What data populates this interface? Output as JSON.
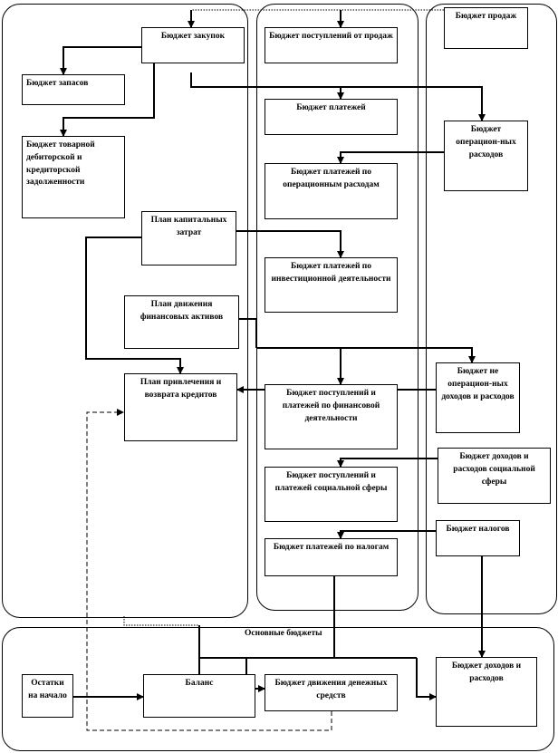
{
  "nodes": {
    "byudzhet_zakupok": "Бюджет закупок",
    "byudzhet_zapasov": "Бюджет запасов",
    "byudzhet_debitorskoy": "Бюджет товарной дебиторской и кредиторской задолженности",
    "plan_kapitalnyh": "План капитальных затрат",
    "plan_dvizheniya_fin": "План движения финансовых активов",
    "plan_privlecheniya": "План привлечения и возврата кредитов",
    "byudzhet_postupleniy_prodazh": "Бюджет поступлений от продаж",
    "byudzhet_platezhey": "Бюджет платежей",
    "byudzhet_platezhey_oper": "Бюджет платежей по операционным расходам",
    "byudzhet_platezhey_invest": "Бюджет платежей по инвестиционной деятельности",
    "byudzhet_fin_deyat": "Бюджет поступлений и платежей по финансовой деятельности",
    "byudzhet_soc_sfery": "Бюджет поступлений и платежей социальной сферы",
    "byudzhet_platezhey_nalogi": "Бюджет платежей по налогам",
    "byudzhet_prodazh": "Бюджет продаж",
    "byudzhet_oper_rashodov": "Бюджет операцион-ных расходов",
    "byudzhet_neoper": "Бюджет не операцион-ных доходов и расходов",
    "byudzhet_dohodov_soc": "Бюджет доходов и расходов социальной сферы",
    "byudzhet_nalogov": "Бюджет налогов",
    "ostatki": "Остатки на начало",
    "balans": "Баланс",
    "byudzhet_dvizheniya_ds": "Бюджет движения денежных средств",
    "byudzhet_dohodov_rashodov": "Бюджет доходов и расходов"
  },
  "captions": {
    "osnovnye_budzhety": "Основные бюджеты"
  }
}
